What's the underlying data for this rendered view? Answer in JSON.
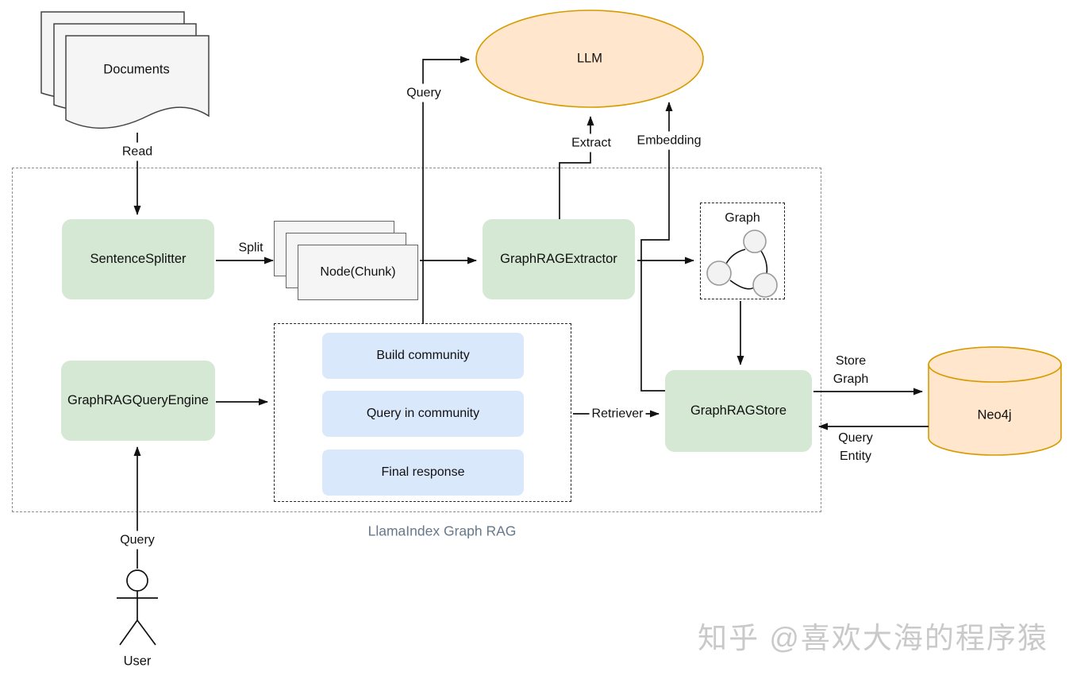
{
  "nodes": {
    "documents": {
      "label": "Documents"
    },
    "sentence_splitter": {
      "label": "SentenceSplitter"
    },
    "node_chunk": {
      "label": "Node(Chunk)"
    },
    "graphrag_extractor": {
      "label": "GraphRAGExtractor"
    },
    "llm": {
      "label": "LLM"
    },
    "graph": {
      "label": "Graph"
    },
    "graphrag_store": {
      "label": "GraphRAGStore"
    },
    "neo4j": {
      "label": "Neo4j"
    },
    "graphrag_query_engine": {
      "label": "GraphRAGQueryEngine"
    },
    "build_community": {
      "label": "Build community"
    },
    "query_in_community": {
      "label": "Query in community"
    },
    "final_response": {
      "label": "Final response"
    },
    "user": {
      "label": "User"
    }
  },
  "edges": {
    "read": {
      "label": "Read"
    },
    "split": {
      "label": "Split"
    },
    "query_to_llm": {
      "label": "Query"
    },
    "extract": {
      "label": "Extract"
    },
    "embedding": {
      "label": "Embedding"
    },
    "store_graph": {
      "line1": "Store",
      "line2": "Graph"
    },
    "query_entity": {
      "line1": "Query",
      "line2": "Entity"
    },
    "retriever": {
      "label": "Retriever"
    },
    "user_query": {
      "label": "Query"
    }
  },
  "container": {
    "label": "LlamaIndex Graph RAG"
  },
  "watermark": {
    "text": "知乎 @喜欢大海的程序猿"
  },
  "colors": {
    "node_green": "#d5e8d4",
    "node_blue": "#dae8fc",
    "shape_orange_fill": "#ffe6cc",
    "shape_orange_stroke": "#d79b00",
    "doc_gray_fill": "#f5f5f5",
    "doc_gray_stroke": "#666666",
    "line_black": "#111111",
    "container_dash_gray": "#8c8c8c",
    "container_label_color": "#66788a",
    "watermark_gray": "#c9c9c9"
  }
}
